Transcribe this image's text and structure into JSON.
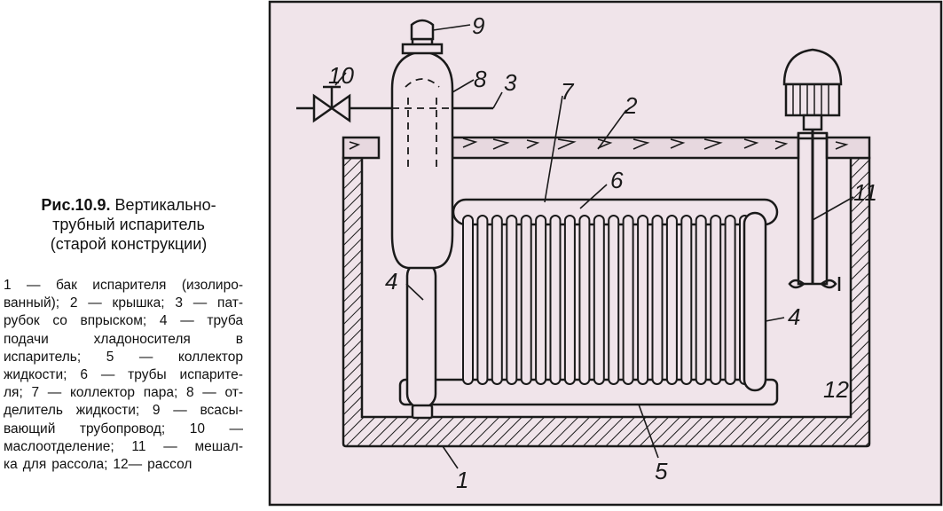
{
  "figure": {
    "label": "Рис.10.9.",
    "title_lines": [
      "Вертикально-",
      "трубный испаритель",
      "(старой конструкции)"
    ]
  },
  "legend_lines": [
    "1 — бак испарителя (изолиро-",
    "ванный); 2 — крышка; 3 — пат-",
    "рубок со впрыском; 4 — труба",
    "подачи хладоносителя в",
    "испаритель; 5 — коллектор",
    "жидкости; 6 — трубы испарите-",
    "ля; 7 — коллектор пара; 8 — от-",
    "делитель жидкости; 9 — всасы-",
    "вающий трубопровод; 10 —",
    "маслоотделение; 11 — мешал-",
    "ка для рассола; 12— рассол"
  ],
  "diagram_labels": {
    "tank": "1",
    "cover": "2",
    "inlet_pipe": "3",
    "feed_pipe_left": "4",
    "feed_pipe_right": "4",
    "liquid_collector": "5",
    "evaporator_tubes": "6",
    "vapor_collector": "7",
    "liquid_separator": "8",
    "suction_line": "9",
    "oil_separation": "10",
    "brine_mixer": "11",
    "brine": "12"
  },
  "colors": {
    "figure_background": "#f0e4ea",
    "line": "#1a1a1a",
    "caption_text": "#111111"
  },
  "evaporator_tube_count": 20
}
